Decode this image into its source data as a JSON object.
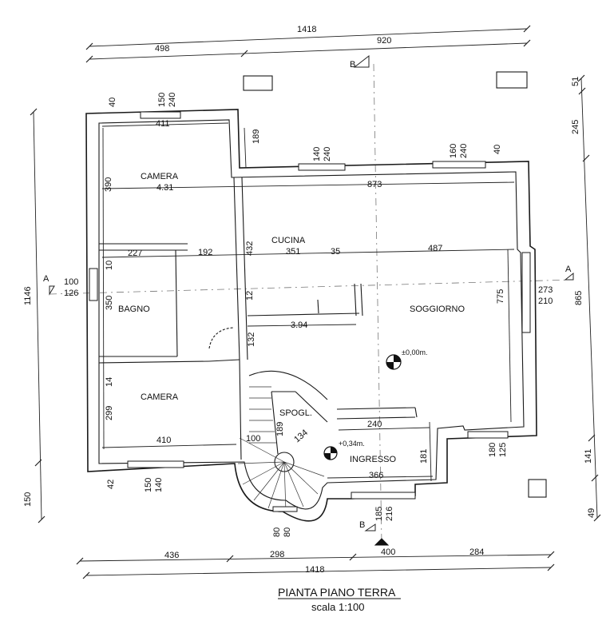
{
  "title": "PIANTA PIANO TERRA",
  "scale": "scala 1:100",
  "rooms": {
    "camera_top": "CAMERA",
    "camera_top_dim": "4.31",
    "cucina": "CUCINA",
    "bagno": "BAGNO",
    "soggiorno": "SOGGIORNO",
    "camera_bottom": "CAMERA",
    "spogl": "SPOGL.",
    "ingresso": "INGRESSO"
  },
  "levels": {
    "main": "±0,00m.",
    "entry": "+0,34m."
  },
  "sections": {
    "a_left": "A",
    "a_right": "A",
    "b_top": "B",
    "b_bottom": "B"
  },
  "dims": {
    "top_total": "1418",
    "top_left": "498",
    "top_right": "920",
    "bottom_total": "1418",
    "bottom_a": "436",
    "bottom_b": "298",
    "bottom_c": "284",
    "bottom_400": "400",
    "left_total": "1146",
    "left_150": "150",
    "right_51": "51",
    "right_245": "245",
    "right_865": "865",
    "right_141": "141",
    "right_49": "49",
    "d40a": "40",
    "d150a": "150",
    "d240a": "240",
    "d411": "411",
    "d189": "189",
    "d140a": "140",
    "d240b": "240",
    "d160": "160",
    "d240c": "240",
    "d40b": "40",
    "d390": "390",
    "d873": "873",
    "d227": "227",
    "d192": "192",
    "d432": "432",
    "d351": "351",
    "d35": "35",
    "d487": "487",
    "d10": "10",
    "d100a": "100",
    "d126": "126",
    "d350": "350",
    "d12": "12",
    "d394": "3.94",
    "d775": "775",
    "d273": "273",
    "d210": "210",
    "d132": "132",
    "d14": "14",
    "d299": "299",
    "d189b": "189",
    "d134": "134",
    "d240d": "240",
    "d410": "410",
    "d100b": "100",
    "d181": "181",
    "d366": "366",
    "d180": "180",
    "d125": "125",
    "d42": "42",
    "d150b": "150",
    "d140b": "140",
    "d80a": "80",
    "d80b": "80",
    "d185": "185",
    "d216": "216"
  }
}
